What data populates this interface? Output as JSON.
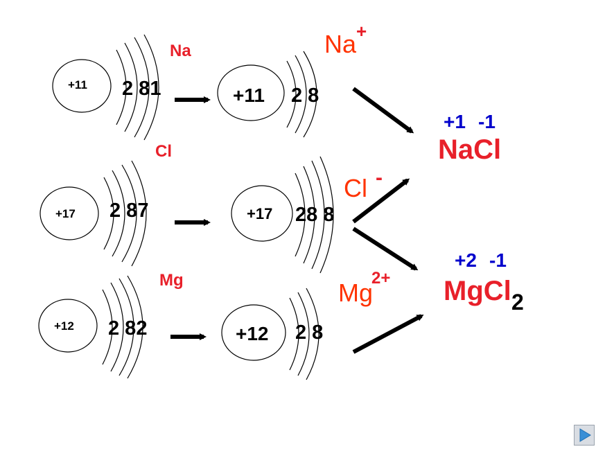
{
  "rows": [
    {
      "element": "Na",
      "atom": {
        "charge": "+11",
        "shells": "2 81"
      },
      "ion": {
        "charge": "+11",
        "shells": "2 8",
        "symbol": "Na",
        "sup": "+"
      }
    },
    {
      "element": "Cl",
      "atom": {
        "charge": "+17",
        "shells": "2 87"
      },
      "ion": {
        "charge": "+17",
        "shells": "28 8",
        "symbol": "Cl",
        "sup": "-"
      }
    },
    {
      "element": "Mg",
      "atom": {
        "charge": "+12",
        "shells": "2 82"
      },
      "ion": {
        "charge": "+12",
        "shells": "2 8",
        "symbol": "Mg",
        "sup": "2+"
      }
    }
  ],
  "products": [
    {
      "valence_1": "+1",
      "valence_2": "-1",
      "formula": "NaCl",
      "subscript": ""
    },
    {
      "valence_1": "+2",
      "valence_2": "-1",
      "formula": "MgCl",
      "subscript": "2"
    }
  ],
  "colors": {
    "element_label": "#e8202a",
    "ion_label": "#ff3300",
    "valence": "#0000cc",
    "product": "#e8202a",
    "nav": "#3a8fd6"
  },
  "nav": {
    "icon": "play-next-icon"
  }
}
